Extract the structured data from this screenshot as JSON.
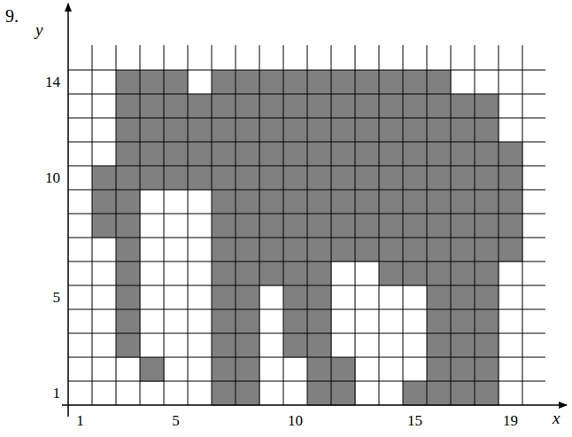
{
  "diagram": {
    "labels": [
      "9.",
      "y",
      "14",
      "10",
      "5",
      "1",
      "1",
      "5",
      "10",
      "15",
      "19",
      "x"
    ]
  }
}
